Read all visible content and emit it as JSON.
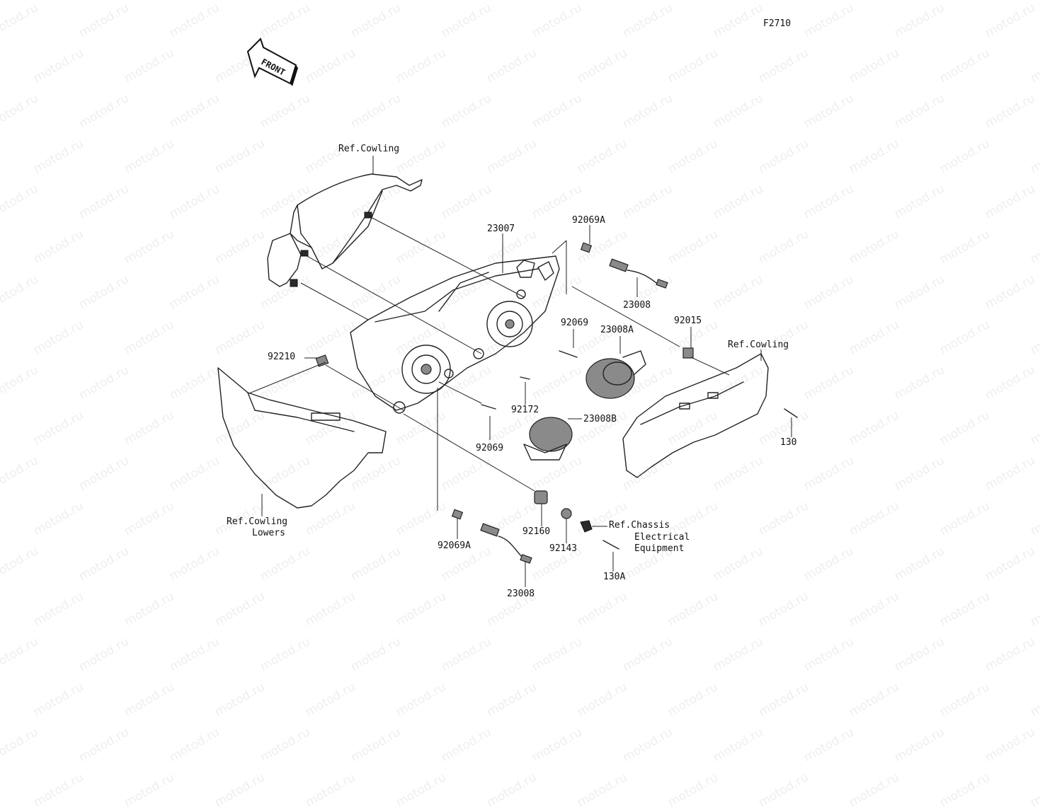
{
  "figure_code": "F2710",
  "front_label": "FRONT",
  "watermark_text": "motod.ru",
  "labels": {
    "ref_cowling_top": "Ref.Cowling",
    "ref_cowling_right": "Ref.Cowling",
    "ref_cowling_lowers_1": "Ref.Cowling",
    "ref_cowling_lowers_2": "Lowers",
    "ref_chassis_1": "Ref.Chassis",
    "ref_chassis_2": "Electrical",
    "ref_chassis_3": "Equipment"
  },
  "part_numbers": {
    "headlight_assy": "23007",
    "bulb_socket_a_top": "92069A",
    "wire_top": "23008",
    "bulb_92069_top": "92069",
    "cap_23008a": "23008A",
    "grommet_92015": "92015",
    "nut_92210": "92210",
    "screw_92172": "92172",
    "cap_23008b": "23008B",
    "bulb_92069_bottom": "92069",
    "bolt_130": "130",
    "damper_92160": "92160",
    "collar_92143": "92143",
    "bulb_socket_a_bottom": "92069A",
    "bolt_130a": "130A",
    "wire_bottom": "23008"
  }
}
